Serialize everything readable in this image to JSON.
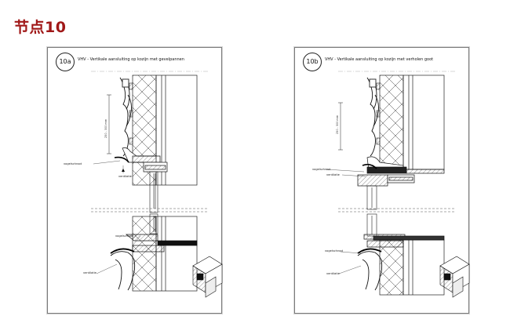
{
  "page_heading": "节点10",
  "sheets": [
    {
      "badge": "10a",
      "title": "VHV - Vertikale aansluiting op kozijn met gevelpannen",
      "dimension": "250 - 300 mm",
      "labels": [
        "vogelschroot",
        "ventilatie",
        "vogelschroot",
        "ventilatie"
      ]
    },
    {
      "badge": "10b",
      "title": "VHV - Vertikale aansluiting op kozijn met verholen goot",
      "dimension": "250 - 300 mm",
      "labels": [
        "vogelschroot",
        "ventilatie",
        "vogelschroot",
        "ventilatie"
      ]
    }
  ]
}
